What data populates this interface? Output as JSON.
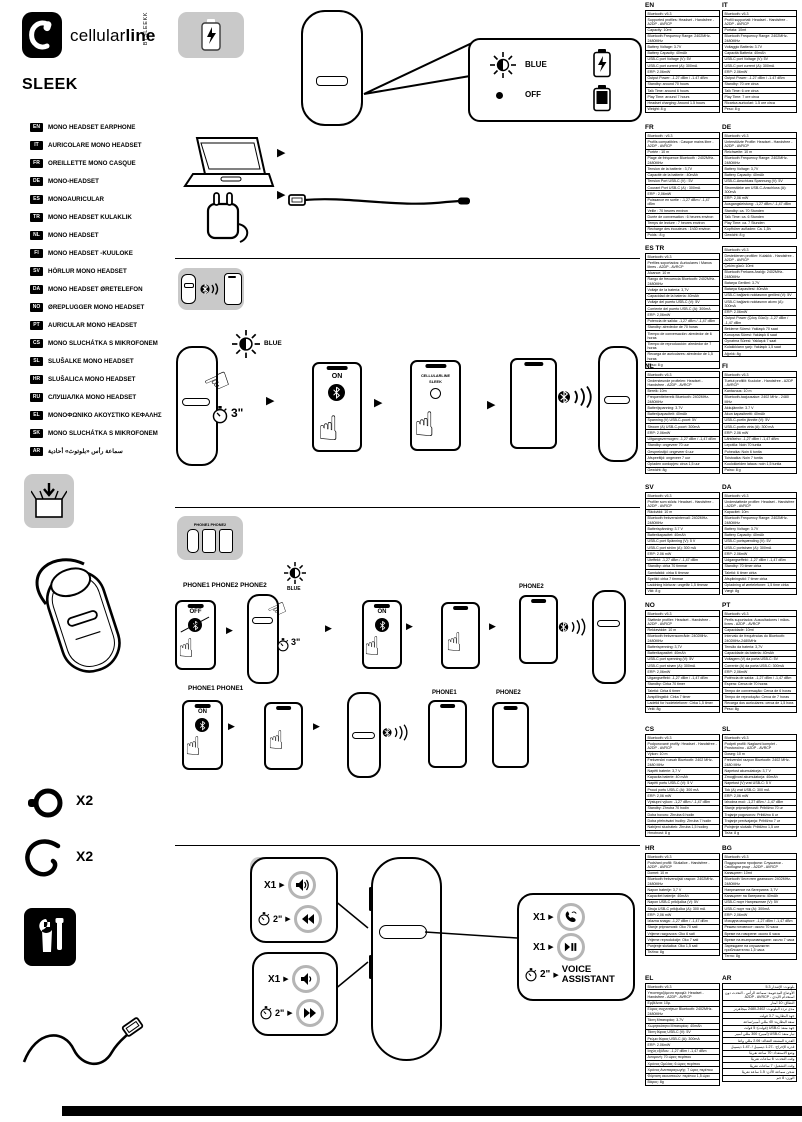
{
  "brand": {
    "name_regular": "cellular",
    "name_bold": "line",
    "sku": "BTSLEEKK"
  },
  "product": {
    "title": "SLEEK"
  },
  "languages": [
    {
      "code": "EN",
      "label": "MONO HEADSET EARPHONE"
    },
    {
      "code": "IT",
      "label": "AURICOLARE MONO HEADSET"
    },
    {
      "code": "FR",
      "label": "OREILLETTE MONO CASQUE"
    },
    {
      "code": "DE",
      "label": "MONO-HEADSET"
    },
    {
      "code": "ES",
      "label": "MONOAURICULAR"
    },
    {
      "code": "TR",
      "label": "MONO HEADSET KULAKLIK"
    },
    {
      "code": "NL",
      "label": "MONO HEADSET"
    },
    {
      "code": "FI",
      "label": "MONO HEADSET -KUULOKE"
    },
    {
      "code": "SV",
      "label": "HÖRLUR MONO HEADSET"
    },
    {
      "code": "DA",
      "label": "MONO HEADSET ØRETELEFON"
    },
    {
      "code": "NO",
      "label": "ØREPLUGGER MONO HEADSET"
    },
    {
      "code": "PT",
      "label": "AURICULAR MONO HEADSET"
    },
    {
      "code": "CS",
      "label": "MONO SLUCHÁTKA S MIKROFONEM"
    },
    {
      "code": "SL",
      "label": "SLUŠALKE MONO HEADSET"
    },
    {
      "code": "HR",
      "label": "SLUŠALICA MONO HEADSET"
    },
    {
      "code": "RU",
      "label": "СЛУШАЛКА MONO HEADSET"
    },
    {
      "code": "EL",
      "label": "ΜΟΝΟΦΩΝΙΚΟ ΑΚΟΥΣΤΙΚΟ ΚΕΦΑΛΗΣ"
    },
    {
      "code": "SK",
      "label": "MONO SLUCHÁTKA S MIKROFONEM"
    },
    {
      "code": "AR",
      "label": "سماعة رأس «بلوتوث» أحادية"
    }
  ],
  "charging": {
    "led_on_label": "BLUE",
    "led_off_label": "OFF"
  },
  "pairing": {
    "hold_label": "3\"",
    "led_label": "BLUE",
    "phone_toggle": "ON",
    "device_name_line1": "CELLULARLINE",
    "device_name_line2": "SLEEK"
  },
  "multipoint": {
    "box_label": "PHONE1 PHONE2",
    "flow_a_label": "PHONE1 PHONE2 PHONE2",
    "flow_b_label": "PHONE1 PHONE1",
    "off_label": "OFF",
    "on_label": "ON",
    "hold_label": "3\"",
    "led_label": "BLUE",
    "phone1_label": "PHONE1",
    "phone2_label": "PHONE2"
  },
  "controls": {
    "single_press": "X1",
    "hold_2s": "2\"",
    "voice_line1": "VOICE",
    "voice_line2": "ASSISTANT"
  },
  "accessories": {
    "ear_cushion_qty": "X2",
    "ear_hook_qty": "X2"
  },
  "spec_tables": [
    {
      "lang": "EN",
      "title": "EN",
      "rtl": false,
      "rows": [
        "Bluetooth: v5.3",
        "Supported profiles: Headset - Handsfree - A2DP - AVRCP",
        "Capacity: 10mt",
        "Bluetooth Frequency Range: 2402MHz-2480MHz",
        "Battery Voltage: 3.7V",
        "Battery Capacity: 40mAh",
        "USB-C port Voltage (V): 5V",
        "USB-C port current (A): 300mA",
        "ERP: 2.06mW",
        "Output Power: -1.27 dBm / -1.47 dBm",
        "Standby: around 70 hours",
        "Talk Time: around 6 hours",
        "Play Time: around 7 hours",
        "Headset charging: Around 1.5 hours",
        "Weight: 8 g"
      ]
    },
    {
      "lang": "IT",
      "title": "IT",
      "rtl": false,
      "rows": [
        "Bluetooth: v5.3",
        "Profili supportati: Headset - Handsfree - A2DP - AVRCP",
        "Portata: 10mt",
        "Bluetooth Frequency Range: 2402MHz-2480MHz",
        "Voltaggio Batteria: 3.7V",
        "Capacità Batteria: 40mAh",
        "USB-C port Voltage (V): 5V",
        "USB-C port current (A): 300mA",
        "ERP: 2.06mW",
        "Output Power: -1.27 dBm / -1.47 dBm",
        "Standby: 70 ore circa",
        "Talk Time: 6 ore circa",
        "Play Time: 7 ore circa",
        "Ricarica auricolari: 1.5 ore circa",
        "Peso: 8 g"
      ]
    },
    {
      "lang": "FR",
      "title": "FR",
      "rtl": false,
      "rows": [
        "Bluetooth : v5.3",
        "Profils compatibles : Casque mains libre - A2DP - AVRCP",
        "Portée : 10 m",
        "Plage de fréquence Bluetooth : 2402MHz-2480MHz",
        "Tension de la batterie : 3,7V",
        "Capacité de la batterie : 40mAh",
        "Tension Port USB-C (V) : 5V",
        "Courant Port USB-C (A) : 300mA",
        "ERP : 2,06mW",
        "Puissance en sortie : -1,27 dBm / -1,47 dBm",
        "Veille : 70 heures environ",
        "Durée de conversation : 6 heures environ",
        "Temps de lecture : 7 heures environ",
        "Recharge des écouteurs : 1h30 environ",
        "Poids : 8 g"
      ]
    },
    {
      "lang": "DE",
      "title": "DE",
      "rtl": false,
      "rows": [
        "Bluetooth: v5.3",
        "Unterstützte Profile: Headset - Handsfree - A2DP - AVRCP",
        "Reichweite: 10 m",
        "Bluetooth Frequency Range: 2402MHz-2480MHz",
        "Battery Voltage: 3,7V",
        "Battery Capacity: 40mAh",
        "USB-C-Anschluss Spannung (V): 5V",
        "Stromstärke am USB-C-Anschluss (A): 300mA",
        "ERP: 2,06 mW",
        "Ausgangsleistung: -1,27 dBm / -1,47 dBm",
        "Standby: ca. 70 Stunden",
        "Talk Time: ca. 6 Stunden",
        "Play Time: ca. 7 Stunden",
        "Kopfhörer aufladen: Ca. 1,5h",
        "Gewicht: 8 g"
      ]
    },
    {
      "lang": "ES",
      "title": "ES TR",
      "rtl": false,
      "rows": [
        "Bluetooth: v5.3",
        "Perfiles soportados: Auriculares / Manos libres - A2DP - AVRCP",
        "Alcance: 10 m",
        "Rango de frecuencia Bluetooth: 2402MHz-2480MHz",
        "Voltaje de la batería: 3,7V",
        "Capacidad de la batería: 40mAh",
        "Voltaje del puerto USB-C (V): 5V",
        "Corriente del puerto USB-C (A): 300mA",
        "ERP: 2,06mW",
        "Potencia de salida: -1,27 dBm / -1,47 dBm",
        "Standby: alrededor de 70 horas",
        "Tiempo de conversación: alrededor de 6 horas",
        "Tiempo de reproducción: alrededor de 7 horas",
        "Recarga de auriculares: alrededor de 1,5 horas",
        "Peso: 8 g"
      ]
    },
    {
      "lang": "TR",
      "title": "",
      "rtl": false,
      "rows": [
        "Bluetooth: v5.3",
        "Desteklenen profiller: Kulaklık - Handsfree - A2DP - AVRCP",
        "Çekim gücü: 10mt",
        "Bluetooth Frekans Aralığı: 2402MHz-2480MHz",
        "Batarya Gerilimi: 3.7V",
        "Batarya Kapasitesi: 40mAh",
        "USB-C bağlantı noktasının gerilimi (V): 5V",
        "USB-C bağlantı noktasının akımı (A): 300mA",
        "ERP: 2.06mW",
        "Output Power (Çıkış Gücü): -1,27 dBm / -1,47 dBm",
        "Bekleme Süresi: Yaklaşık 70 saat",
        "Konuşma Süresi: Yaklaşık 6 saat",
        "Oynatma Süresi: Yaklaşık 7 saat",
        "Kulaklıkların şarjı: Yaklaşık 1,5 saat",
        "Ağırlık: 8g"
      ]
    },
    {
      "lang": "NL",
      "title": "NL",
      "rtl": false,
      "rows": [
        "Bluetooth: v5.3",
        "Ondersteunde profielen: Headset - Handsfree - A2DP - AVRCP",
        "Bereik: 10m",
        "Frequentiebereik Bluetooth: 2402MHz-2480MHz",
        "Batterijspanning: 3.7V",
        "Batterijcapaciteit: 40mAh",
        "Spanning (V) USB-C-poort: 5V",
        "Stroom (A) USB-C-poort: 300mA",
        "ERP: 2.06mW",
        "Uitgangsvermogen: -1,27 dBm / -1,47 dBm",
        "Standby: ongeveer 70 uur",
        "Gesprekstijd: ongeveer 6 uur",
        "Afspeeltijd: ongeveer 7 uur",
        "Opladen oordopjes: circa 1,5 uur",
        "Gewicht: 8g"
      ]
    },
    {
      "lang": "FI",
      "title": "FI",
      "rtl": false,
      "rows": [
        "Bluetooth: v5.3",
        "Tuetut profiilit: Kuuloke - Handsfree - A2DP - AVRCP",
        "Kantavuus: 10 m",
        "Bluetooth-taajuusalue: 2402 MHz - 2480 MHz",
        "Akkujännite: 3.7 V",
        "Akun kapasiteetti: 40mAh",
        "USB-C-portin jännite (V): 5V",
        "USB-C-portin virta (A): 300 mA",
        "ERP: 2.06 mW",
        "Lähtöteho: -1,27 dBm / -1,47 dBm",
        "Lepotila: Noin 70 tuntia",
        "Puheaika: Noin 6 tuntia",
        "Toistoaika: Noin 7 tuntia",
        "Kuulokkeiden lataus: noin 1,5 tuntia",
        "Paino: 8 g"
      ]
    },
    {
      "lang": "SV",
      "title": "SV",
      "rtl": false,
      "rows": [
        "Bluetooth: v5.3",
        "Profiler som stöds: Headset - Handsfree - A2DP - AVRCP",
        "Räckvidd: 10 m",
        "Bluetooth frekvensintervall: 2402MHz-2480MHz",
        "Batterispänning: 3.7 V",
        "Batterikapacitet: 40mAh",
        "USB-C port Spänning (V): 5 V",
        "USB-C port ström (A): 300 mA",
        "ERP: 2.06 mW",
        "Uteffekt: -1,27 dBm / -1,47 dBm",
        "Standby: cirka 70 timmar",
        "Samtalstid: cirka 6 timmar",
        "Speltid: cirka 7 timmar",
        "Laddning hörlurar: ungefär 1,5 timmar",
        "Vikt: 8 g"
      ]
    },
    {
      "lang": "DA",
      "title": "DA",
      "rtl": false,
      "rows": [
        "Bluetooth: v5.3",
        "Understøttede profiler: Headset - Handsfree - A2DP - AVRCP",
        "Kapacitet: 10m",
        "Bluetooth Frequency Range: 2402MHz-2480MHz",
        "Battery Voltage: 3.7V",
        "Battery Capacity: 40mAh",
        "USB-C portspænding (V): 5V",
        "USB-C portstrøm (A): 300mA",
        "ERP: 2.06mW",
        "Udgangseffekt: -1,27 dBm / -1,47 dBm",
        "Standby: 70 timer cirka",
        "Taletid: 6 timer cirka",
        "Afspilningstid: 7 timer cirka",
        "Opladning af øretelefoner: 1,5 time cirka",
        "Vægt: 8g"
      ]
    },
    {
      "lang": "NO",
      "title": "NO",
      "rtl": false,
      "rows": [
        "Bluetooth: v5.3",
        "Støttede profiler: Headset - Handsfree - A2DP - AVRCP",
        "Rekkevidde: 10 m",
        "Bluetooth frekvensområde: 2402MHz-2480MHz",
        "Batterispenning: 3,7V",
        "Batterikapasitet: 40mAh",
        "USB-C port spenning (V): 5V",
        "USB-C port strøm (A): 300mA",
        "ERP: 2,06mW",
        "Utgangseffekt: -1,27 dBm / -1,47 dBm",
        "Standby: Cirka 70 timer",
        "Taletid: Cirka 6 timer",
        "Avspillingstid: Cirka 7 timer",
        "Ladetid for hodetelefoner: Cirka 1,5 timer",
        "Vekt: 8g"
      ]
    },
    {
      "lang": "PT",
      "title": "PT",
      "rtl": false,
      "rows": [
        "Bluetooth: v5.3",
        "Perfis suportados: Auscultadores / mãos-livres - A2DP - AVRCP",
        "Capacidade: 10mt",
        "Intervalo de frequências do Bluetooth: 2402MHz-2480MHz",
        "Tensão da bateria: 3,7V",
        "Capacidade da bateria: 40mAh",
        "Voltagem (V) da porta USB-C: 5V",
        "Corrente (A) da porta USB-C: 300mA",
        "ERP: 2,06mW",
        "Potência de saída: -1,27 dBm / -1,47 dBm",
        "Espera: Cerca de 70 horas",
        "Tempo de conversação: Cerca de 6 horas",
        "Tempo de reprodução: Cerca de 7 horas",
        "Recarga dos auriculares: cerca de 1,5 hora",
        "Peso: 8g"
      ]
    },
    {
      "lang": "CS",
      "title": "CS",
      "rtl": false,
      "rows": [
        "Bluetooth: v5.3",
        "Podporované profily: Headset - Handsfree - A2DP - AVRCP",
        "Výkon: 10 m",
        "Frekvenční rozsah Bluetooth: 2402 MHz-2480 MHz",
        "Napětí baterie: 3,7 V",
        "Kapacita baterie: 40 mAh",
        "Napětí portu USB-C (V): 5 V",
        "Proud portu USB-C (A): 300 mA",
        "ERP: 2,06 mW",
        "Výstupní výkon: -1,27 dBm / -1,47 dBm",
        "Standby: Zhruba 70 hodin",
        "Doba hovoru: Zhruba 6 hodin",
        "Doba přehrávání hudby: Zhruba 7 hodin",
        "Nabíjení sluchátek: Zhruba 1,5 hodiny",
        "Hmotnost: 8 g"
      ]
    },
    {
      "lang": "SL",
      "title": "SL",
      "rtl": false,
      "rows": [
        "Bluetooth: v5.3",
        "Podprti profili: Naglavni komplet - Prostoročno - A2DP - AVRCP",
        "Doseg: 10 m",
        "Frekvenčni razpon Bluetooth: 2402 MHz-2480 MHz",
        "Napetost akumulatorja: 3,7 V",
        "Zmogljivost akumulatorja: 40mAh",
        "Napetost (V) vrat USB-C: 5 V",
        "Tok (A) vrat USB-C: 300 mA",
        "ERP: 2,06 mW",
        "Izhodna moč: -1,27 dBm / -1,47 dBm",
        "Stanje pripravljenosti: Približno 70 ur",
        "Trajanje pogovorov: Približno 6 ur",
        "Trajanje predvajanja: Približno 7 ur",
        "Polnjenje slušalk: Približno 1,5 ure",
        "Teža: 8 g"
      ]
    },
    {
      "lang": "HR",
      "title": "HR",
      "rtl": false,
      "rows": [
        "Bluetooth: v5.3",
        "Podržani profili: Slušalice - Handsfree - A2DP - AVRCP",
        "Domet: 10 m",
        "Bluetooth frekvencijski raspon: 2402MHz-2480MHz",
        "Napon baterije: 3,7 V",
        "Kapacitet baterije: 40mAh",
        "Napon USB-C priključka (V): 5V",
        "Struja USB-C priključka (A): 300 mA",
        "ERP: 2,06 mW",
        "Izlazna snaga: -1,27 dBm / -1,47 dBm",
        "Stanje pripravnosti: Oko 70 sati",
        "Vrijeme razgovora: Oko 6 sati",
        "Vrijeme reprodukcije: Oko 7 sati",
        "Punjenje slušalica: Oko 1,5 sati",
        "Težina: 8g"
      ]
    },
    {
      "lang": "BG",
      "title": "BG",
      "rtl": false,
      "rows": [
        "Bluetooth: v5.3",
        "Поддържани профили: Слушалки - Свободни ръце - A2DP - AVRCP",
        "Капацитет: 10mt",
        "Bluetooth Честотен диапазон: 2402MHz-2480MHz",
        "Напрежение на батерията: 3,7V",
        "Капацитет на батерията: 40mAh",
        "USB-C порт Напрежение (V): 5V",
        "USB-C порт ток (A): 300mA",
        "ERP: 2,06mW",
        "Изходна мощност: -1,27 dBm / -1,47 dBm",
        "Режим готовност: около 70 часа",
        "Време на говорене: около 6 часа",
        "Време на възпроизвеждане: около 7 часа",
        "Зареждане на слушалките: приблизително 1,5 часа",
        "Тегло: 8g"
      ]
    },
    {
      "lang": "EL",
      "title": "EL",
      "rtl": false,
      "rows": [
        "Bluetooth: v5.3",
        "Υποστηριζόμενα προφίλ: Headset - Handsfree - A2DP - AVRCP",
        "Εμβέλεια: 10μ.",
        "Εύρος συχνοτήτων Bluetooth: 2402MHz-2480MHz",
        "Τάση Μπαταρίας: 3.7V",
        "Χωρητικότητα Μπαταρίας: 40mAh",
        "Τάση θύρας USB-C (V): 5V",
        "Ρεύμα θύρας USB-C (A): 300mA",
        "ERP: 2.06mW",
        "Ισχύς εξόδου: -1,27 dBm / -1,47 dBm",
        "Αναμονή: 70 ώρες περίπου",
        "Χρόνος Ομιλίας: 6 ώρες περίπου",
        "Χρόνος Αναπαραγωγής: 7 ώρες περίπου",
        "Φόρτιση ακουστικών: περίπου 1,5 ώρα",
        "Βάρος: 8g"
      ]
    },
    {
      "lang": "AR",
      "title": "AR",
      "rtl": true,
      "rows": [
        "بلوتوث: الإصدار 5.3",
        "الأوضاع المدعومة: سماعة الرأس - التحدث دون استخدام الأيدي - A2DP - AVRCP",
        "النطاق: 10 أمتار",
        "مدى تردد البلوتوث: 2402-2480 ميجاهرتز",
        "جهد البطارية: 3.7 فولت",
        "سعة البطارية: 40 مللي أمبير/ساعة",
        "جهد منفذ USB-C (فولت): 5 فولت",
        "تيار منفذ USB-C (أمبير): 300 مللي أمبير",
        "القدرة المشعة الفعالة: 2.06 مللي واط",
        "قدرة الإخراج: -1.27 ديسيبل / -1.47 ديسيبل",
        "وضع الاستعداد: 70 ساعة تقريبًا",
        "وقت التحدث: 6 ساعات تقريبًا",
        "وقت التشغيل: 7 ساعات تقريبًا",
        "شحن سماعة الأذن: 1.5 ساعة تقريبًا",
        "الوزن: 8 جم"
      ]
    }
  ]
}
